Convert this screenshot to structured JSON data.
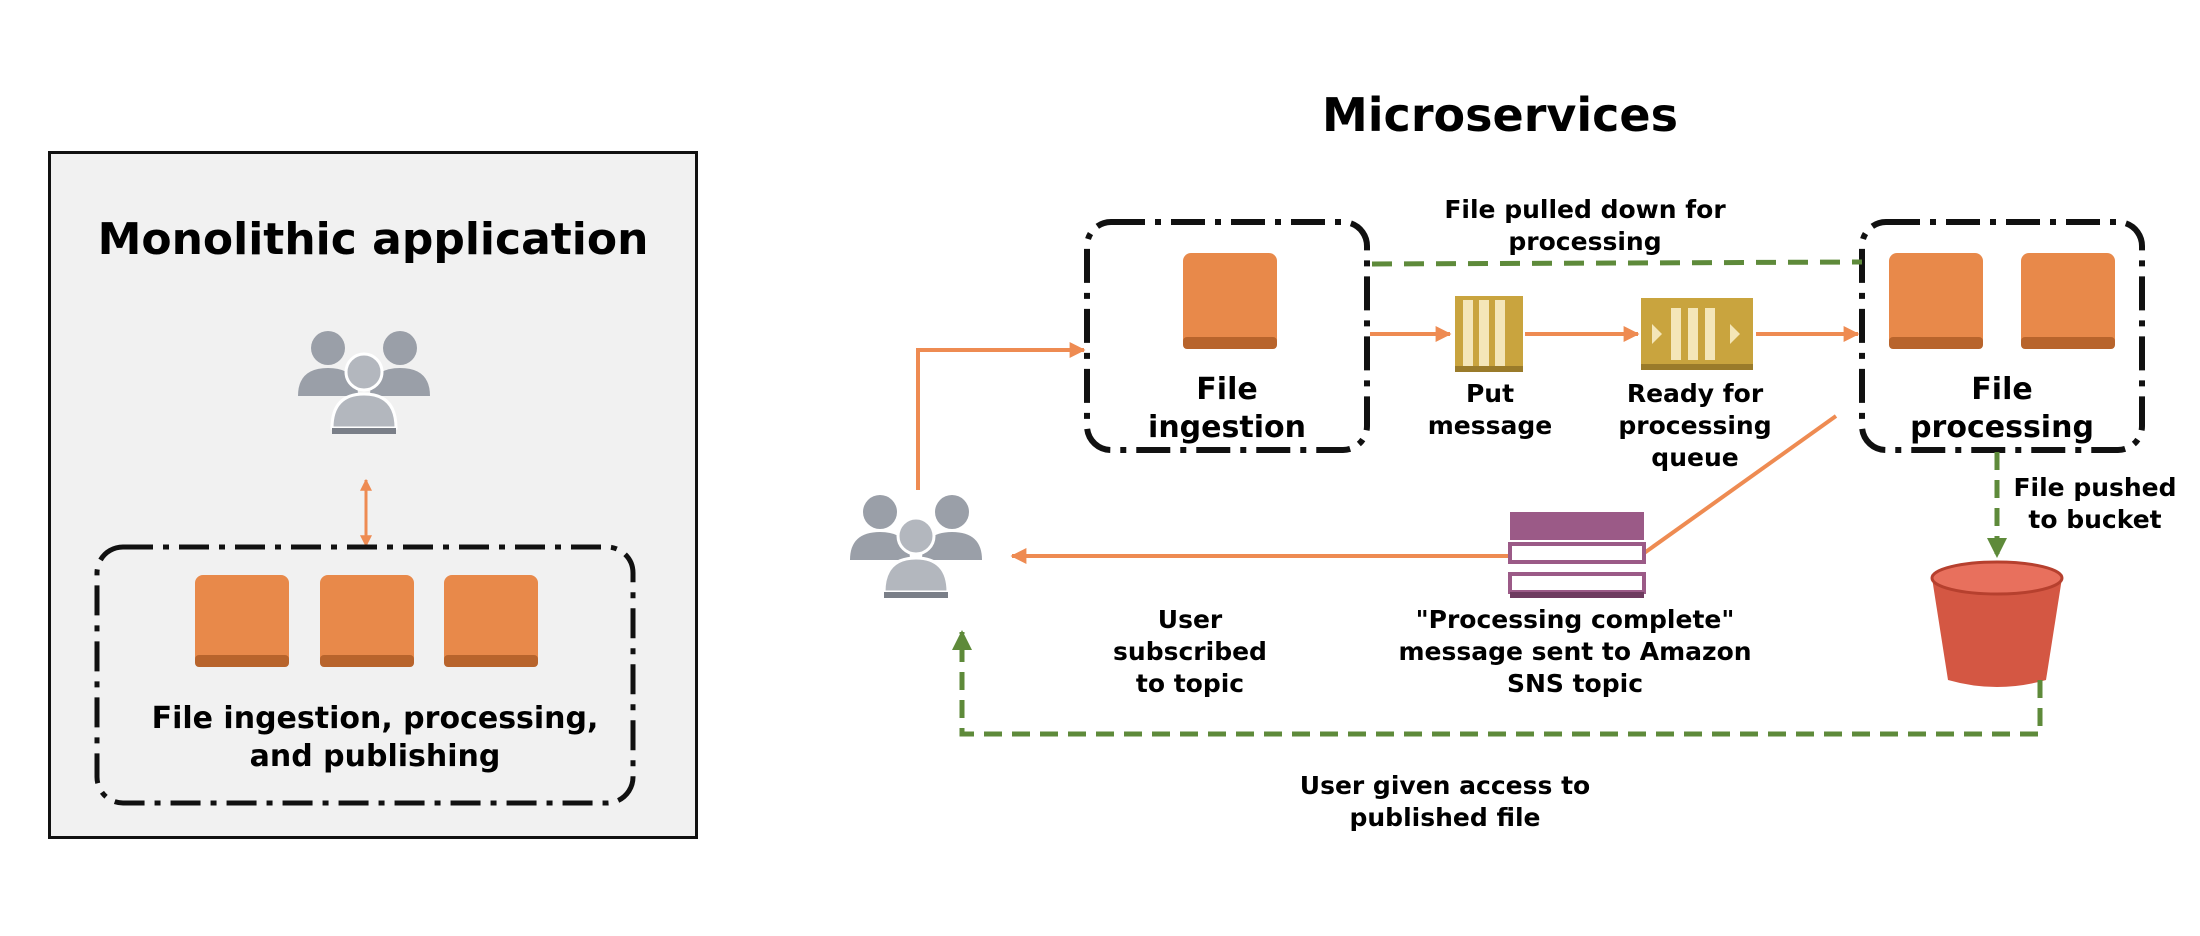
{
  "monolith": {
    "title": "Monolithic application",
    "box_label": "File ingestion, processing, and publishing"
  },
  "microservices": {
    "title": "Microservices",
    "file_ingestion": "File ingestion",
    "file_processing": "File processing",
    "put_message": "Put message",
    "queue_label": "Ready for\nprocessing\nqueue",
    "file_pulled": "File pulled down for\nprocessing",
    "file_pushed": "File pushed\nto bucket",
    "sns_label": "\"Processing complete\"\nmessage sent to Amazon\nSNS topic",
    "user_subscribed": "User\nsubscribed\nto topic",
    "user_access": "User given access to\npublished file"
  },
  "colors": {
    "orange": "#e8894a",
    "orange_line": "#ee8b52",
    "green_dash": "#5e8a3a",
    "queue_gold": "#c9a43e",
    "sns_purple": "#9b5a87",
    "bucket_red": "#d45743",
    "user_gray": "#9a9fa8"
  },
  "icons": [
    "users-icon",
    "server-icon",
    "queue-icon",
    "sqs-queue-icon",
    "sns-topic-icon",
    "s3-bucket-icon"
  ]
}
